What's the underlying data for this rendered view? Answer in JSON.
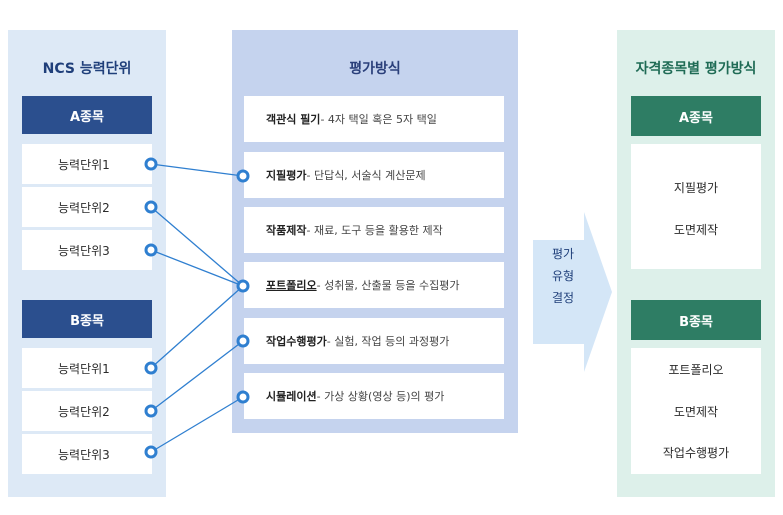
{
  "left": {
    "title": "NCS 능력단위",
    "groups": [
      {
        "header": "A종목",
        "units": [
          "능력단위1",
          "능력단위2",
          "능력단위3"
        ]
      },
      {
        "header": "B종목",
        "units": [
          "능력단위1",
          "능력단위2",
          "능력단위3"
        ]
      }
    ]
  },
  "middle": {
    "title": "평가방식",
    "methods": [
      {
        "name": "객관식 필기",
        "desc": " - 4자 택일 혹은 5자 택일"
      },
      {
        "name": "지필평가",
        "desc": " - 단답식, 서술식 계산문제"
      },
      {
        "name": "작품제작",
        "desc": " - 재료, 도구 등을 활용한 제작"
      },
      {
        "name": "포트폴리오",
        "desc": " - 성취물, 산출물 등을 수집평가"
      },
      {
        "name": "작업수행평가",
        "desc": " - 실험, 작업 등의 과정평가"
      },
      {
        "name": "시뮬레이션",
        "desc": " - 가상 상황(영상 등)의 평가"
      }
    ]
  },
  "arrow": {
    "lines": [
      "평가",
      "유형",
      "결정"
    ]
  },
  "right": {
    "title": "자격종목별 평가방식",
    "groups": [
      {
        "header": "A종목",
        "items": [
          "지필평가",
          "도면제작"
        ]
      },
      {
        "header": "B종목",
        "items": [
          "포트폴리오",
          "도면제작",
          "작업수행평가"
        ]
      }
    ]
  },
  "colors": {
    "blue_dark": "#2b4f8e",
    "green_dark": "#2e7d64",
    "connector": "#2f7fd0"
  }
}
